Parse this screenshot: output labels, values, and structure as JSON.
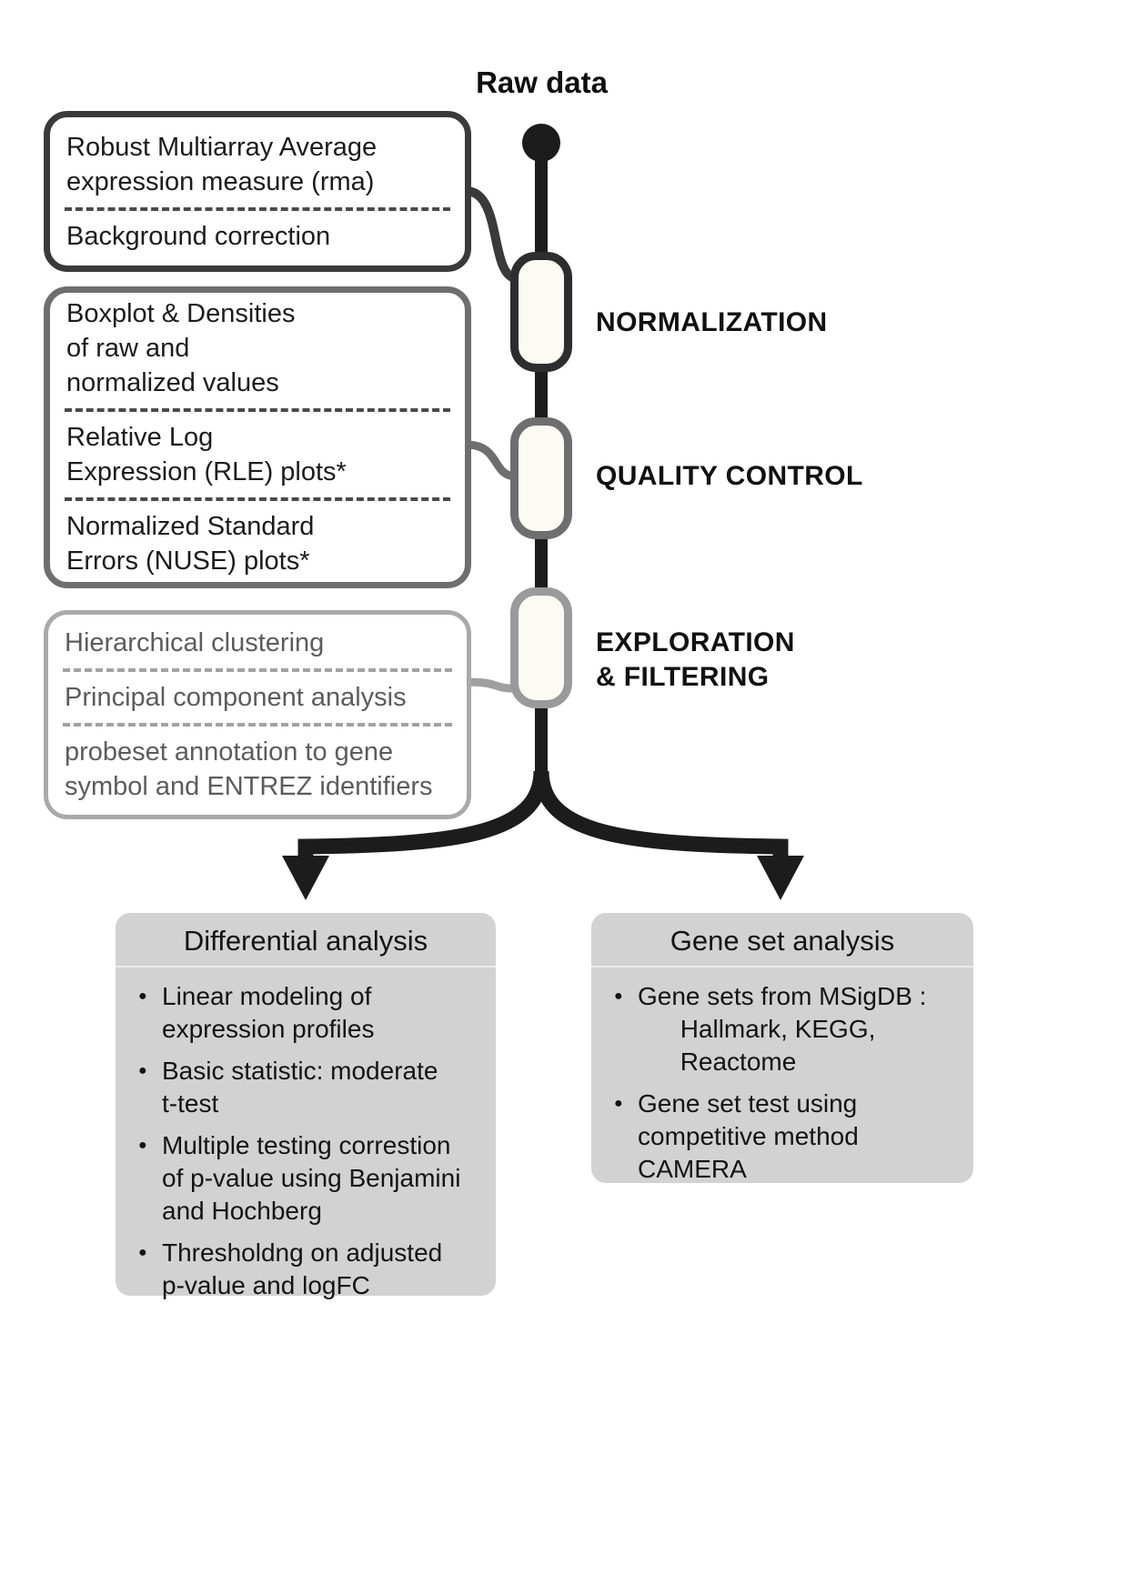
{
  "diagram": {
    "root_label": "Raw data",
    "stages": [
      {
        "label": "NORMALIZATION",
        "items": [
          "Robust Multiarray Average\nexpression measure (rma)",
          "Background correction"
        ]
      },
      {
        "label": "QUALITY CONTROL",
        "items": [
          "Boxplot & Densities\nof raw and\nnormalized values",
          "Relative Log\nExpression (RLE) plots*",
          "Normalized Standard\nErrors (NUSE) plots*"
        ]
      },
      {
        "label": "EXPLORATION\n& FILTERING",
        "items": [
          "Hierarchical clustering",
          "Principal component analysis",
          "probeset annotation to gene\nsymbol and ENTREZ identifiers"
        ]
      }
    ],
    "branches": [
      {
        "title": "Differential analysis",
        "bullets": [
          "Linear modeling of\nexpression profiles",
          "Basic statistic: moderate\nt-test",
          "Multiple testing correstion\nof p-value using Benjamini\nand Hochberg",
          "Thresholdng on adjusted\np-value and logFC"
        ]
      },
      {
        "title": "Gene set analysis",
        "bullets": [
          "Gene sets from MSigDB :\n      Hallmark, KEGG,\n      Reactome",
          "Gene set test using\ncompetitive method\nCAMERA"
        ]
      }
    ],
    "colors": {
      "flow_line": "#1c1c1c",
      "stage1_border": "#3a3a3a",
      "stage2_border": "#6e6e6e",
      "stage3_border": "#a9a9a9",
      "branch_box_fill": "#d2d2d2"
    }
  }
}
